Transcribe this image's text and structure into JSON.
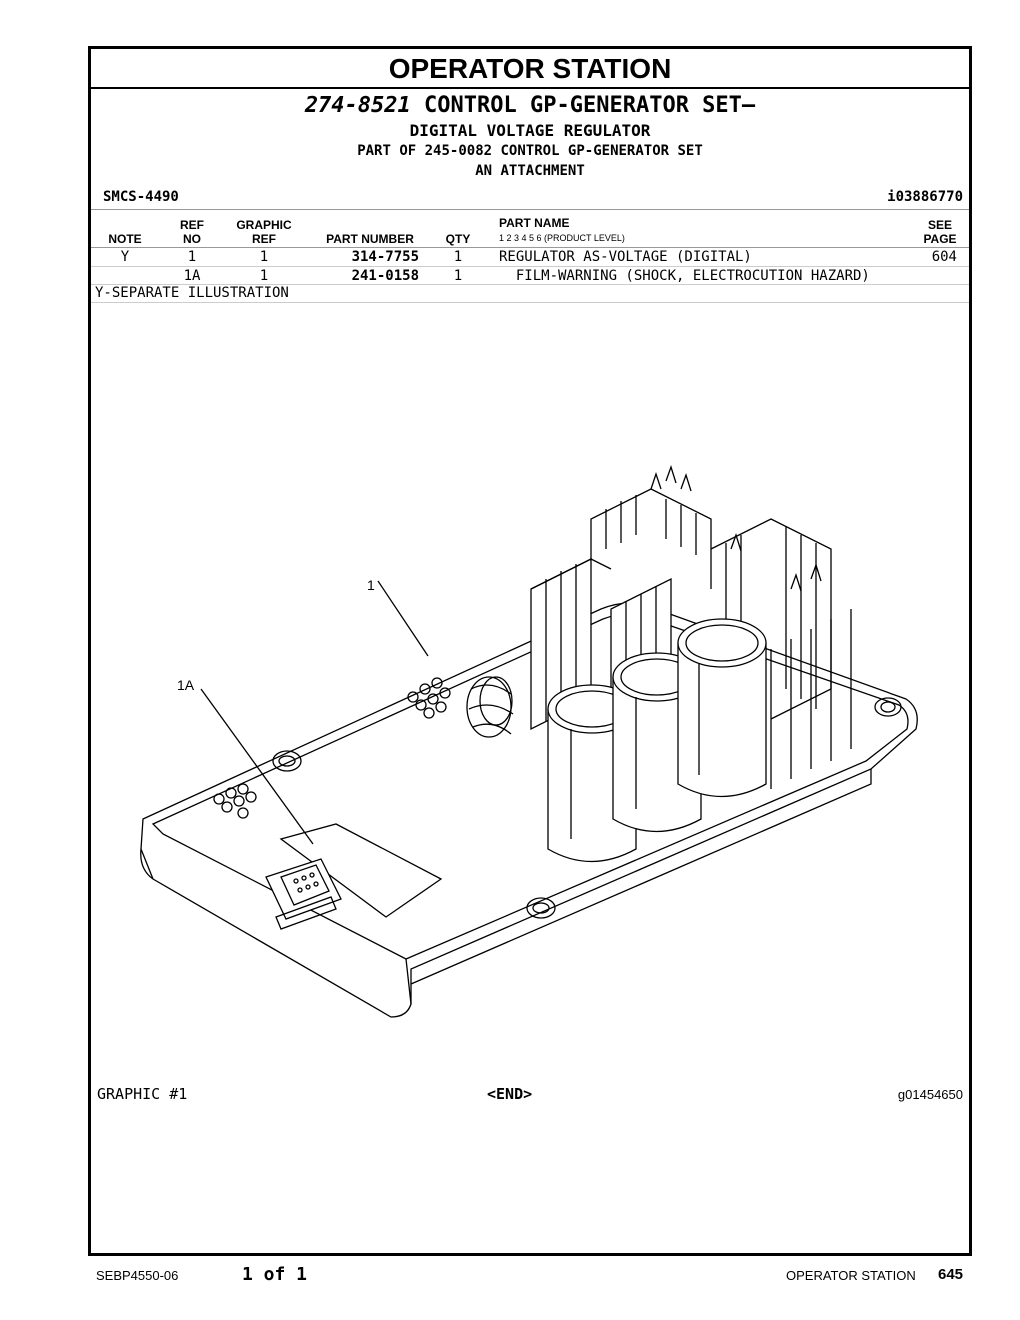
{
  "page_title": "OPERATOR STATION",
  "group": {
    "number": "274-8521",
    "name": "CONTROL GP-GENERATOR SET",
    "dash": "–",
    "subtitle": "DIGITAL VOLTAGE REGULATOR",
    "part_of": "PART OF 245-0082 CONTROL GP-GENERATOR SET",
    "attachment": "AN ATTACHMENT"
  },
  "smcs": "SMCS-4490",
  "info_id": "i03886770",
  "columns": {
    "note": "NOTE",
    "ref_top": "REF",
    "ref_bottom": "NO",
    "graphic_top": "GRAPHIC",
    "graphic_bottom": "REF",
    "part_number": "PART NUMBER",
    "qty": "QTY",
    "part_name": "PART NAME",
    "product_level": "1   2   3   4   5   6   (PRODUCT LEVEL)",
    "see_top": "SEE",
    "see_bottom": "PAGE"
  },
  "rows": [
    {
      "note": "Y",
      "ref": "1",
      "graphic": "1",
      "part_number": "314-7755",
      "qty": "1",
      "part_name": "REGULATOR AS-VOLTAGE (DIGITAL)",
      "see_page": "604"
    },
    {
      "note": "",
      "ref": "1A",
      "graphic": "1",
      "part_number": "241-0158",
      "qty": "1",
      "part_name": "  FILM-WARNING (SHOCK, ELECTROCUTION HAZARD)",
      "see_page": ""
    }
  ],
  "separate_note": "Y-SEPARATE ILLUSTRATION",
  "illustration": {
    "callouts": [
      "1",
      "1A"
    ]
  },
  "graphic_label": "GRAPHIC #1",
  "end_marker": "<END>",
  "graphic_id": "g01454650",
  "footer": {
    "doc_number": "SEBP4550-06",
    "page_of": "1 of 1",
    "section": "OPERATOR STATION",
    "page_number": "645"
  }
}
